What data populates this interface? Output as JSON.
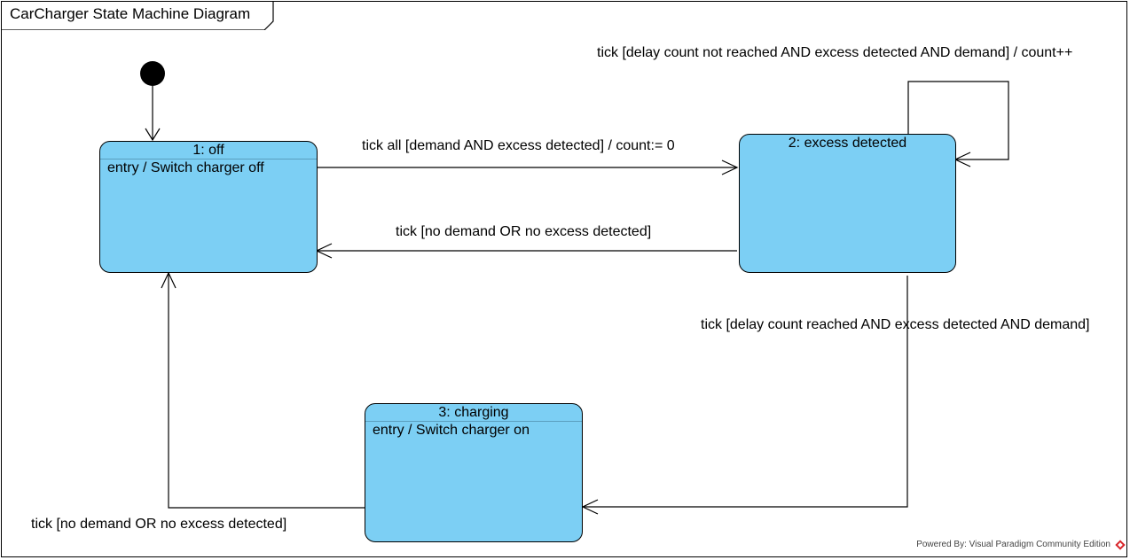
{
  "diagram": {
    "title": "CarCharger State Machine Diagram"
  },
  "states": {
    "off": {
      "name": "1: off",
      "entry": "entry / Switch charger off"
    },
    "excess": {
      "name": "2: excess detected"
    },
    "charging": {
      "name": "3: charging",
      "entry": "entry / Switch charger on"
    }
  },
  "transitions": {
    "off_to_excess": "tick all [demand AND excess detected] / count:= 0",
    "excess_to_off": "tick [no demand OR no excess detected]",
    "excess_self": "tick [delay count not reached AND excess detected AND demand] / count++",
    "excess_to_charging": "tick [delay count reached AND excess detected AND demand]",
    "charging_to_off": "tick [no demand OR no excess detected]"
  },
  "footer": {
    "powered_by": "Powered By: Visual Paradigm Community Edition"
  },
  "colors": {
    "state_fill": "#7ccff4",
    "line": "#000000",
    "logo": "#d8252a"
  }
}
